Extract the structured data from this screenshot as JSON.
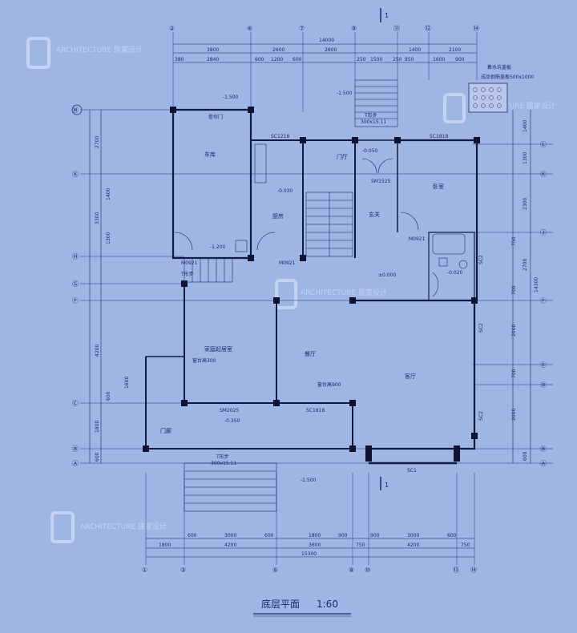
{
  "title": "底层平面",
  "scale": "1:60",
  "section_marker": "1",
  "axes": {
    "top": [
      "②",
      "④",
      "⑦",
      "⑨",
      "⑪",
      "⑫",
      "⑭"
    ],
    "bottom": [
      "①",
      "③",
      "⑥",
      "⑧",
      "⑩",
      "⑬",
      "⑭"
    ],
    "left": [
      "Ⓜ",
      "Ⓚ",
      "Ⓗ",
      "Ⓖ",
      "Ⓕ",
      "Ⓒ",
      "Ⓑ",
      "Ⓐ"
    ],
    "right": [
      "Ⓛ",
      "Ⓚ",
      "Ⓙ",
      "Ⓕ",
      "Ⓔ",
      "Ⓓ",
      "Ⓑ",
      "Ⓐ"
    ]
  },
  "dims": {
    "top_total": "14000",
    "top_row1": [
      "3800",
      "2600",
      "2600",
      "1400",
      "2100"
    ],
    "top_row2": [
      "380",
      "2840",
      "600",
      "1200",
      "600",
      "250",
      "1500",
      "250",
      "950",
      "1600",
      "900"
    ],
    "bottom_row1": [
      "600",
      "3000",
      "600",
      "1800",
      "900",
      "900",
      "3000",
      "600"
    ],
    "bottom_row2": [
      "1800",
      "4200",
      "3600",
      "750",
      "4200",
      "750"
    ],
    "bottom_total": "15300",
    "left": [
      "2700",
      "1400",
      "3300",
      "1300",
      "4200",
      "1600",
      "600",
      "1800",
      "600"
    ],
    "right": [
      "1400",
      "1300",
      "2300",
      "750",
      "2700",
      "700",
      "2000",
      "700",
      "2000",
      "600"
    ],
    "right_total": "14300"
  },
  "rooms": {
    "garage": "车库",
    "kitchen": "厨房",
    "foyer": "门厅",
    "hall": "玄关",
    "bedroom": "卧室",
    "family_room": "家庭起居室",
    "dining": "餐厅",
    "living": "客厅",
    "porch": "门廊"
  },
  "notes": {
    "septic": "集水坑盖板",
    "septic_sub": "成品钢筋盖板500x1000",
    "steps_top": "T形步",
    "steps_top_sub": "300x15.11",
    "steps_bottom": "T形步",
    "steps_bottom_sub": "300x15.11",
    "steps_side": "T形步",
    "door_garage": "卷帘门",
    "shelf_family": "窗台高300",
    "shelf_dining": "窗台高900"
  },
  "levels": [
    "-1.500",
    "-1.200",
    "-0.050",
    "-0.030",
    "-0.020",
    "±0.000",
    "-0.350",
    "-1.500",
    "-1.500"
  ],
  "door_labels": [
    "SC1218",
    "SM1525",
    "M0921",
    "M0921",
    "M0921",
    "SC1818",
    "SC1818",
    "SM2025",
    "SC1",
    "SC2",
    "SC2",
    "SC2"
  ],
  "watermark": "ARCHITECTURE 居家设计"
}
